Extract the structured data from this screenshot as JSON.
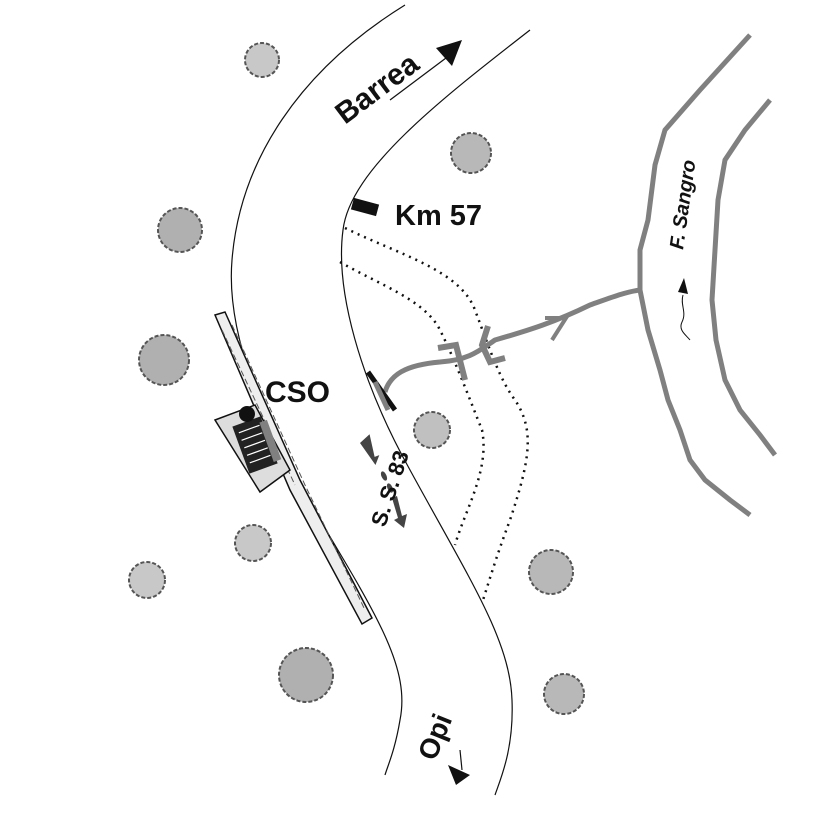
{
  "labels": {
    "north_direction": "Barrea",
    "km_marker": "Km 57",
    "station": "CSO",
    "road": "S. S. 83",
    "south_direction": "Opi",
    "river": "F. Sangro"
  },
  "colors": {
    "line": "#111111",
    "pipe": "#808080",
    "tree": "#a8a8a8"
  }
}
